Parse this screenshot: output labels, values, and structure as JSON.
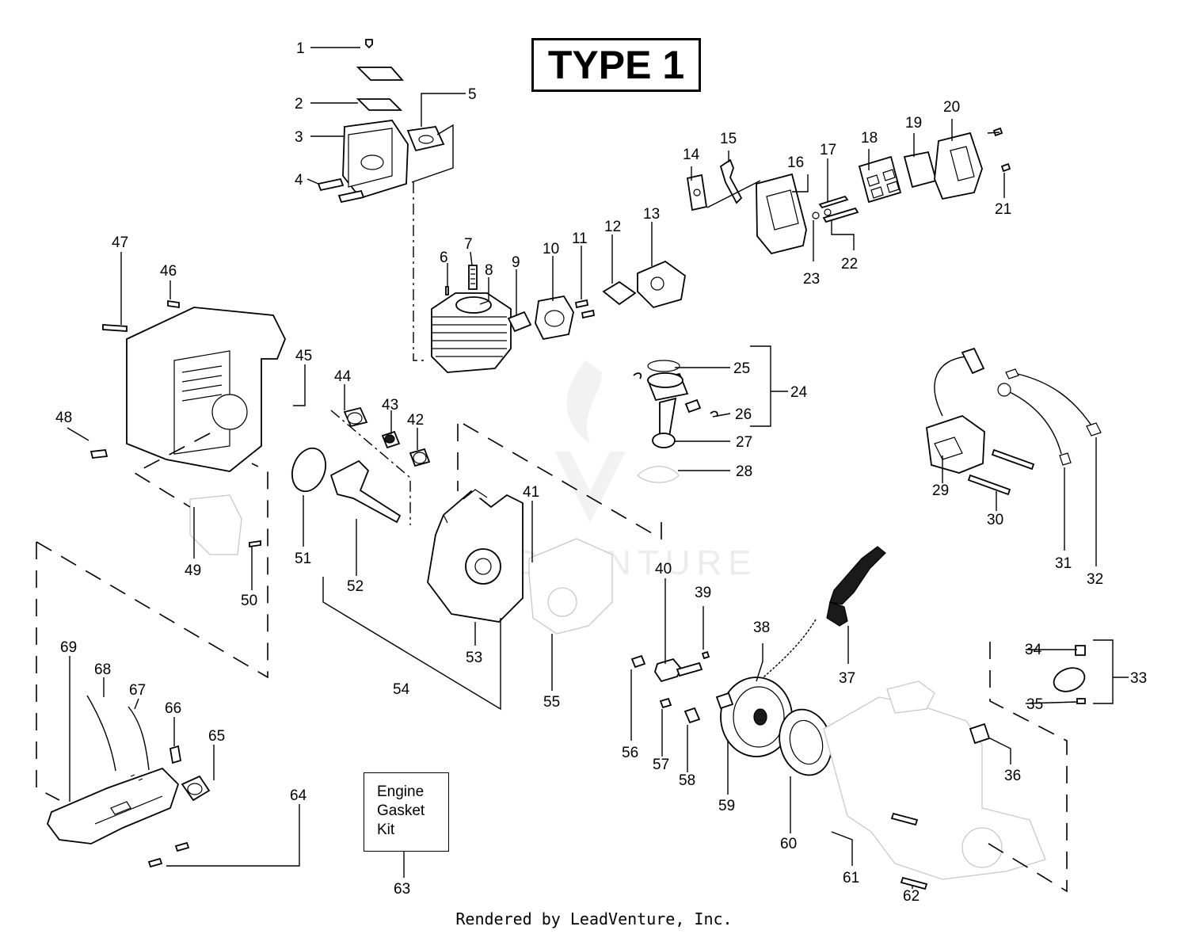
{
  "title": "TYPE 1",
  "kit_label": [
    "Engine",
    "Gasket",
    "Kit"
  ],
  "footer": "Rendered by LeadVenture, Inc.",
  "watermark": "LEADVENTURE",
  "callouts": [
    "1",
    "2",
    "3",
    "4",
    "5",
    "6",
    "7",
    "8",
    "9",
    "10",
    "11",
    "12",
    "13",
    "14",
    "15",
    "16",
    "17",
    "18",
    "19",
    "20",
    "21",
    "22",
    "23",
    "24",
    "25",
    "26",
    "27",
    "28",
    "29",
    "30",
    "31",
    "32",
    "33",
    "34",
    "35",
    "36",
    "37",
    "38",
    "39",
    "40",
    "41",
    "42",
    "43",
    "44",
    "45",
    "46",
    "47",
    "48",
    "49",
    "50",
    "51",
    "52",
    "53",
    "54",
    "55",
    "56",
    "57",
    "58",
    "59",
    "60",
    "61",
    "62",
    "63",
    "64",
    "65",
    "66",
    "67",
    "68",
    "69"
  ],
  "colors": {
    "ink": "#000000",
    "ghost": "#c8c8c8",
    "watermark": "#ececec"
  }
}
